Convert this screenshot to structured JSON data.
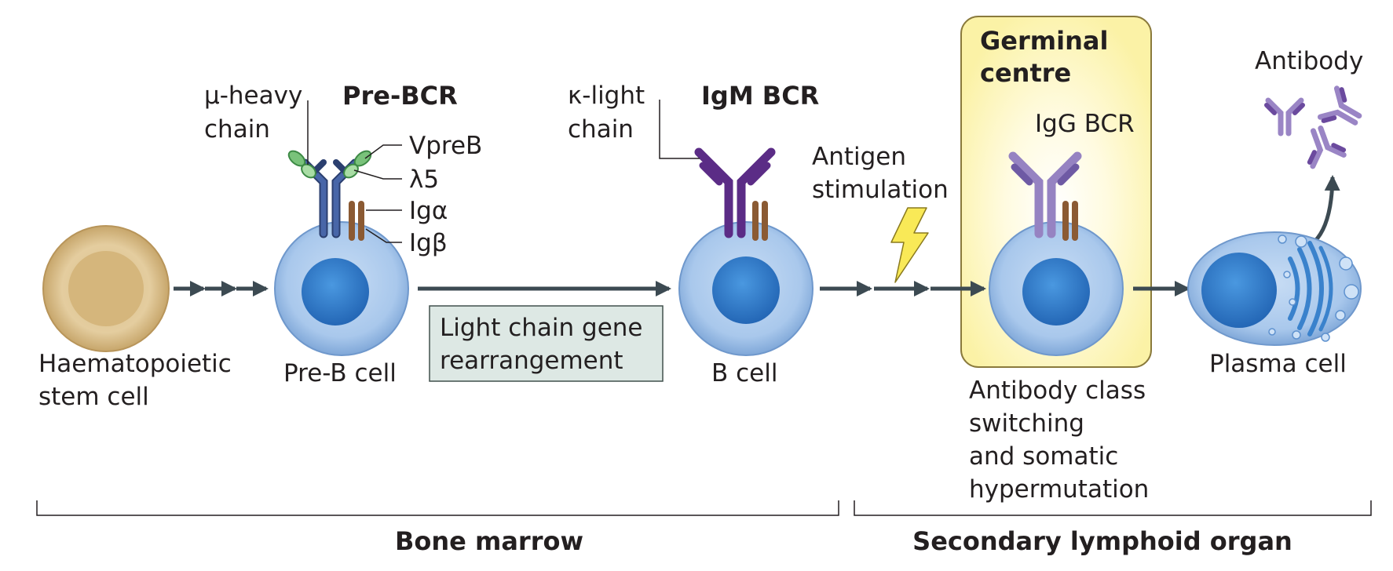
{
  "cells": {
    "hsc": [
      "Haematopoietic",
      "stem cell"
    ],
    "preb": "Pre-B cell",
    "bcell": "B cell",
    "plasma": "Plasma cell"
  },
  "receptors": {
    "prebcr": "Pre-BCR",
    "igm": "IgM BCR",
    "igg": "IgG BCR"
  },
  "callouts": {
    "mu_heavy": [
      "μ-heavy",
      "chain"
    ],
    "kappa_light": [
      "κ-light",
      "chain"
    ],
    "vpreb": "VpreB",
    "lambda5": "λ5",
    "ig_alpha": "Igα",
    "ig_beta": "Igβ"
  },
  "processes": {
    "light_chain": [
      "Light chain gene",
      "rearrangement"
    ],
    "antigen": [
      "Antigen",
      "stimulation"
    ],
    "class_switch": [
      "Antibody class",
      "switching",
      "and somatic",
      "hypermutation"
    ]
  },
  "germinal_centre": [
    "Germinal",
    "centre"
  ],
  "antibody": "Antibody",
  "locations": {
    "bone_marrow": "Bone marrow",
    "secondary": "Secondary lymphoid organ"
  },
  "colors": {
    "hsc": "#d8bb86",
    "cell_outer": "#a9c8ec",
    "cell_nucleus": "#2f7fd0",
    "prebcr_heavy": "#3f5e9c",
    "surrogate_light": "#7ec47c",
    "igm": "#6a3796",
    "igg": "#9b86c6",
    "ig_ab": "#8c6239",
    "arrow": "#3c4a52",
    "germinal_fill": "#fdf6b4",
    "germinal_border": "#8a7a3c",
    "lightning": "#f7e44a",
    "process_box": "#dde8e4"
  }
}
